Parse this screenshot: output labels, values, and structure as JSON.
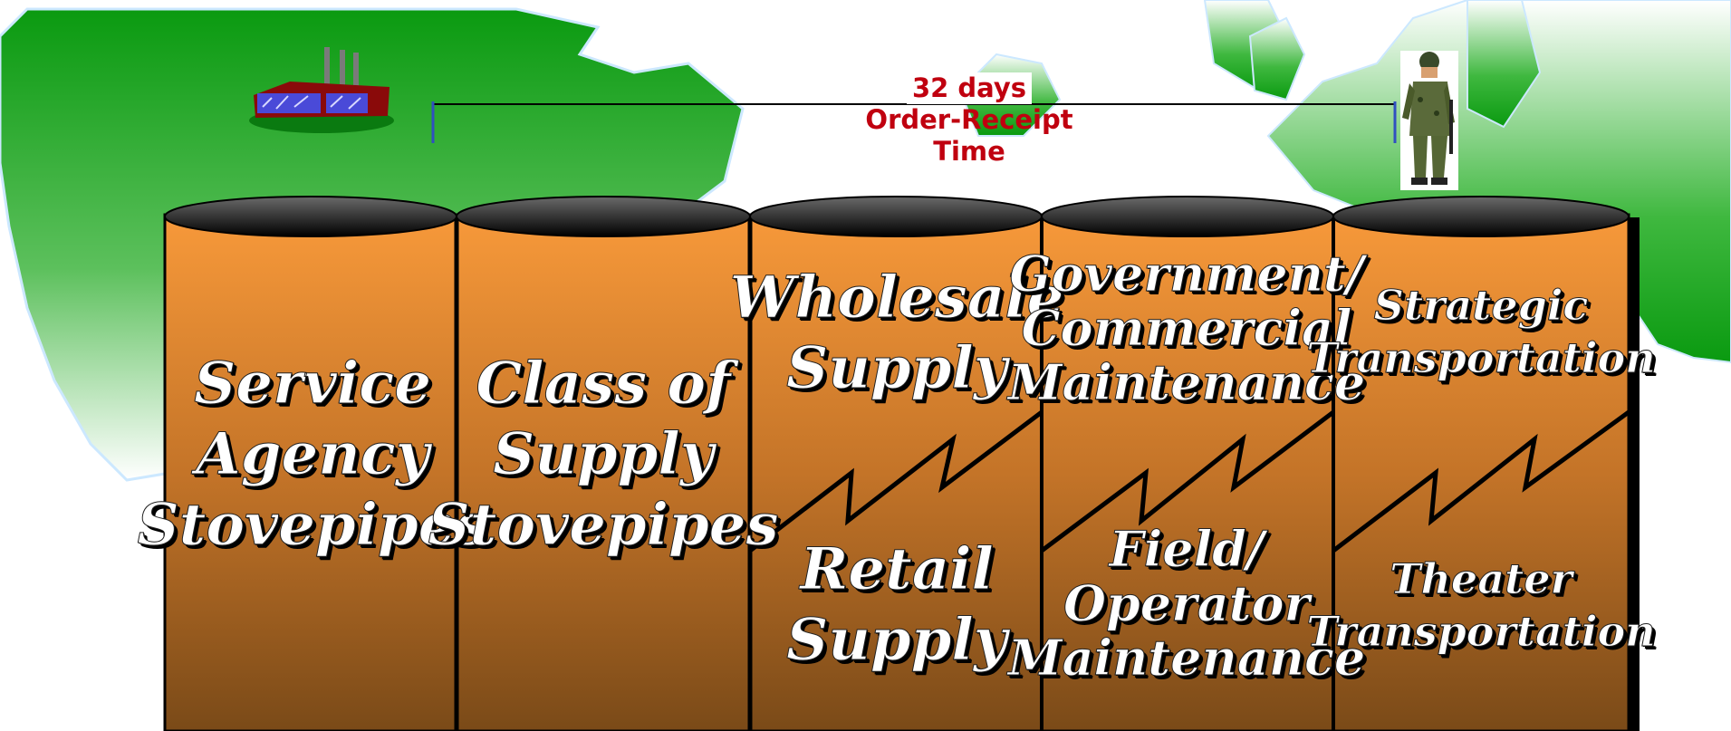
{
  "callout": {
    "line1": "32 days",
    "line2": "Order-Receipt",
    "line3": "Time"
  },
  "columns": [
    {
      "top": [
        "Service",
        "Agency",
        "Stovepipes"
      ],
      "bottom": []
    },
    {
      "top": [
        "Class of",
        "Supply",
        "Stovepipes"
      ],
      "bottom": []
    },
    {
      "top": [
        "Wholesale",
        "Supply"
      ],
      "bottom": [
        "Retail",
        "Supply"
      ]
    },
    {
      "top": [
        "Government/",
        "Commercial",
        "Maintenance"
      ],
      "bottom": [
        "Field/",
        "Operator",
        "Maintenance"
      ]
    },
    {
      "top": [
        "Strategic",
        "Transportation"
      ],
      "bottom": [
        "Theater",
        "Transportation"
      ]
    }
  ],
  "icons": {
    "factory": "factory-icon",
    "soldier": "soldier-icon",
    "map": "world-map-background"
  },
  "colors": {
    "map_green": "#0a9a10",
    "cylinder_top": "#f7993a",
    "cylinder_bottom": "#7a4a18",
    "callout_red": "#c0000f",
    "bracket_blue": "#3050c0"
  }
}
